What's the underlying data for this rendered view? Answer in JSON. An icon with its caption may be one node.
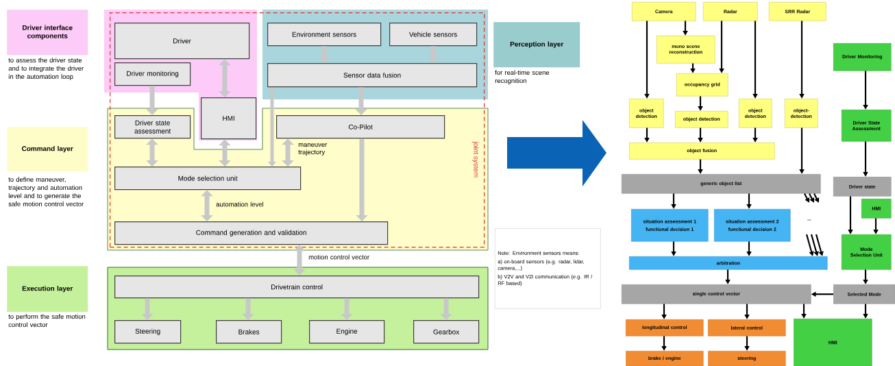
{
  "diagram": {
    "nodes": [
      {
        "text": [
          "Driver interface components"
        ],
        "beside": [
          "to assess the driver state and to integrate the driver in the automation loop"
        ]
      },
      {
        "text": [
          "joint system"
        ]
      },
      {
        "text": [
          "Driver"
        ],
        "in": 1
      },
      {
        "text": [
          "Driver monitoring"
        ],
        "in": 1
      },
      {
        "text": [
          "Environment sensors"
        ],
        "in": 1
      },
      {
        "text": [
          "Vehicle sensors"
        ],
        "in": 1
      },
      {
        "text": [
          "Sensor data fusion"
        ],
        "in": 1
      },
      {
        "text": [
          "HMI"
        ],
        "in": 1
      },
      {
        "text": [
          "Driver state assessment"
        ],
        "in": 1
      },
      {
        "text": [
          "Co-Pilot"
        ],
        "in": 1
      },
      {
        "text": [
          "Mode selection unit"
        ],
        "in": 1
      },
      {
        "text": [
          "Command generation and validation"
        ],
        "in": 1
      },
      {
        "text": [
          "Perception layer"
        ],
        "beside": [
          "for real-time scene recognition"
        ]
      },
      {
        "text": [
          "Command layer"
        ],
        "beside": [
          "to define maneuver, trajectory and automation level and to generate the safe motion control vector"
        ]
      },
      {
        "text": [
          "Note: Environment sensors means:",
          "a) on-board sensors (e.g. radar, lidar, camera,...)",
          "b) V2V and V2I communication (e.g. IR / RF based)"
        ]
      },
      {
        "text": [
          "Execution layer"
        ],
        "beside": [
          "to perform the safe motion control vector"
        ]
      },
      {
        "text": [
          "Drivetrain control"
        ]
      },
      {
        "text": [
          "Steering"
        ]
      },
      {
        "text": [
          "Brakes"
        ]
      },
      {
        "text": [
          "Engine"
        ]
      },
      {
        "text": [
          "Gearbox"
        ]
      },
      {
        "text": [
          "Camera"
        ]
      },
      {
        "text": [
          "Radar"
        ]
      },
      {
        "text": [
          "SRR Radar"
        ]
      },
      {
        "text": [
          "mono scene reconstruction"
        ]
      },
      {
        "text": [
          "occupancy grid"
        ]
      },
      {
        "text": [
          "Driver Monitoring"
        ]
      },
      {
        "text": [
          "object detection"
        ]
      },
      {
        "text": [
          "object detection"
        ]
      },
      {
        "text": [
          "object detection"
        ]
      },
      {
        "text": [
          "object-detection"
        ]
      },
      {
        "text": [
          "Driver State Assessment"
        ]
      },
      {
        "text": [
          "object fusion"
        ]
      },
      {
        "text": [
          "generic object list"
        ]
      },
      {
        "text": [
          "Driver state"
        ]
      },
      {
        "text": [
          "HMI"
        ]
      },
      {
        "text": [
          "situation assessment 1",
          "functional decision 1"
        ]
      },
      {
        "text": [
          "situation assessment 2",
          "functional decision 2"
        ]
      },
      {
        "text": [
          "Mode Selection Unit"
        ]
      },
      {
        "text": [
          "arbitration"
        ]
      },
      {
        "text": [
          "single control vector"
        ]
      },
      {
        "text": [
          "Selected Mode"
        ]
      },
      {
        "text": [
          "longitudinal control"
        ]
      },
      {
        "text": [
          "lateral control"
        ]
      },
      {
        "text": [
          "HMI"
        ]
      },
      {
        "text": [
          "brake / engine"
        ]
      },
      {
        "text": [
          "steering"
        ]
      }
    ],
    "edges": [
      {
        "from": 3,
        "to": 8,
        "arrow": "to",
        "style": "thick",
        "color": "#c8c8c8"
      },
      {
        "from": 2,
        "to": 7,
        "arrow": "both",
        "style": "thick",
        "color": "#c8c8c8"
      },
      {
        "from": 4,
        "to": 6,
        "arrow": "to",
        "style": "thick",
        "color": "#c8c8c8"
      },
      {
        "from": 5,
        "to": 6,
        "arrow": "to",
        "style": "thick",
        "color": "#c8c8c8"
      },
      {
        "from": 6,
        "to": 9,
        "arrow": "to",
        "style": "thick",
        "color": "#c8c8c8"
      },
      {
        "from": 6,
        "to": 10,
        "arrow": "both",
        "style": "thick",
        "color": "#c8c8c8"
      },
      {
        "from": 8,
        "to": 10,
        "arrow": "both",
        "style": "thick",
        "color": "#c8c8c8"
      },
      {
        "from": 7,
        "to": 10,
        "arrow": "both",
        "style": "thick",
        "color": "#c8c8c8"
      },
      {
        "from": 9,
        "to": 10,
        "arrow": "both",
        "style": "thick",
        "color": "#c8c8c8",
        "label": "maneuver trajectory"
      },
      {
        "from": 9,
        "to": 11,
        "arrow": "to",
        "style": "thick",
        "color": "#c8c8c8"
      },
      {
        "from": 10,
        "to": 11,
        "arrow": "both",
        "style": "thick",
        "color": "#c8c8c8",
        "label": "automation level"
      },
      {
        "from": 11,
        "to": 16,
        "arrow": "both",
        "style": "thick",
        "color": "#c8c8c8",
        "label": "motion control vector"
      },
      {
        "from": 16,
        "to": 17,
        "arrow": "to",
        "style": "thick",
        "color": "#c8c8c8"
      },
      {
        "from": 16,
        "to": 18,
        "arrow": "to",
        "style": "thick",
        "color": "#c8c8c8"
      },
      {
        "from": 16,
        "to": 19,
        "arrow": "to",
        "style": "thick",
        "color": "#c8c8c8"
      },
      {
        "from": 16,
        "to": 20,
        "arrow": "to",
        "style": "thick",
        "color": "#c8c8c8"
      },
      {
        "from": 21,
        "to": 24,
        "arrow": "to"
      },
      {
        "from": 21,
        "to": 27,
        "arrow": "to"
      },
      {
        "from": 22,
        "to": 25,
        "arrow": "to"
      },
      {
        "from": 22,
        "to": 29,
        "arrow": "to"
      },
      {
        "from": 23,
        "to": 30,
        "arrow": "to"
      },
      {
        "from": 24,
        "to": 25,
        "arrow": "to"
      },
      {
        "from": 25,
        "to": 28,
        "arrow": "to"
      },
      {
        "from": 27,
        "to": 32,
        "arrow": "to"
      },
      {
        "from": 28,
        "to": 32,
        "arrow": "to"
      },
      {
        "from": 29,
        "to": 32,
        "arrow": "to"
      },
      {
        "from": 32,
        "to": 33,
        "arrow": "to"
      },
      {
        "from": 30,
        "to": 33,
        "arrow": "to"
      },
      {
        "from": 33,
        "to": 36,
        "arrow": "to"
      },
      {
        "from": 33,
        "to": 37,
        "arrow": "to"
      },
      {
        "from": 33,
        "to": null,
        "arrow": "to"
      },
      {
        "from": 33,
        "to": null,
        "arrow": "to"
      },
      {
        "from": 33,
        "to": null,
        "arrow": "to"
      },
      {
        "from": null,
        "to": 39,
        "arrow": "to"
      },
      {
        "from": null,
        "to": 39,
        "arrow": "to"
      },
      {
        "from": null,
        "to": 39,
        "arrow": "to"
      },
      {
        "from": 36,
        "to": 39,
        "arrow": "to"
      },
      {
        "from": 37,
        "to": 39,
        "arrow": "to"
      },
      {
        "from": 39,
        "to": 40,
        "arrow": "to"
      },
      {
        "from": 40,
        "to": 42,
        "arrow": "to"
      },
      {
        "from": 40,
        "to": 43,
        "arrow": "to"
      },
      {
        "from": 40,
        "to": 44,
        "arrow": "to"
      },
      {
        "from": 42,
        "to": 45,
        "arrow": "to"
      },
      {
        "from": 43,
        "to": 46,
        "arrow": "to"
      },
      {
        "from": 26,
        "to": 31,
        "arrow": "to"
      },
      {
        "from": 31,
        "to": 34,
        "arrow": "to"
      },
      {
        "from": 34,
        "to": 38,
        "arrow": "to"
      },
      {
        "from": 35,
        "to": 38,
        "arrow": "to"
      },
      {
        "from": 38,
        "to": 41,
        "arrow": "to"
      },
      {
        "from": 41,
        "to": 40,
        "arrow": "to"
      },
      {
        "from": 41,
        "to": 44,
        "arrow": "to"
      }
    ],
    "labels": [
      "..."
    ]
  }
}
